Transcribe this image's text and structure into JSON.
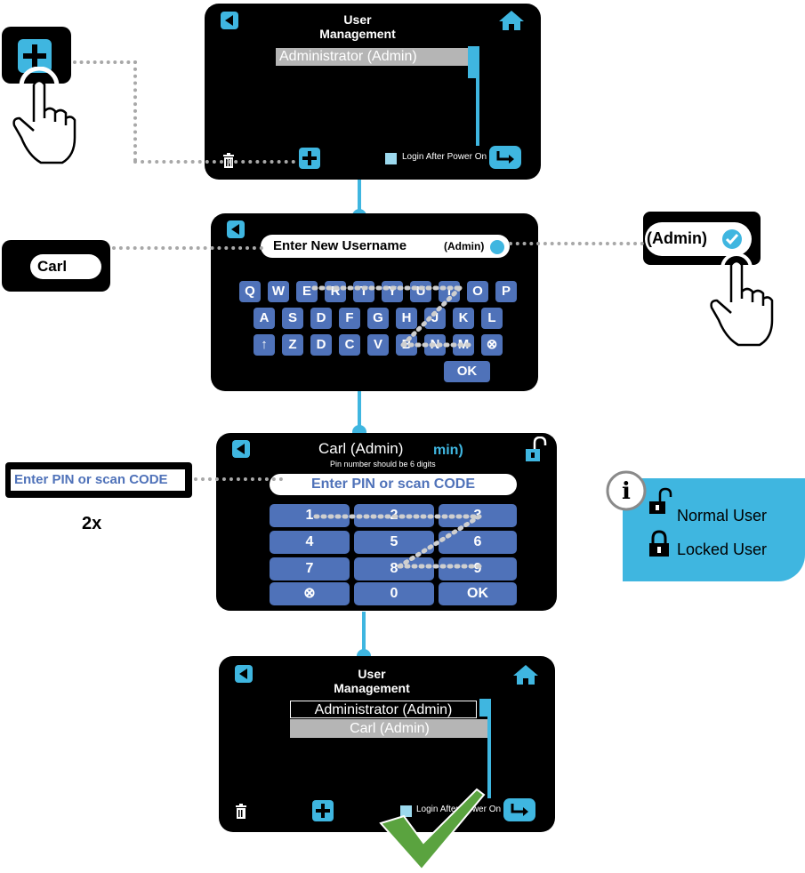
{
  "colors": {
    "accent": "#3fb6e0",
    "key": "#4f72b9",
    "check": "#5aa33f",
    "info_bg": "#3fb6e0"
  },
  "screen1": {
    "title": "User Management",
    "list": [
      "Administrator (Admin)"
    ],
    "checkbox_label": "Login After Power On",
    "icons": [
      "back-icon",
      "home-icon",
      "trash-icon",
      "add-icon",
      "enter-icon"
    ]
  },
  "screen2": {
    "field_label": "Enter New Username",
    "role": "(Admin)",
    "keyboard_rows": [
      [
        "Q",
        "W",
        "E",
        "R",
        "T",
        "Y",
        "U",
        "I",
        "O",
        "P"
      ],
      [
        "A",
        "S",
        "D",
        "F",
        "G",
        "H",
        "J",
        "K",
        "L"
      ],
      [
        "↑",
        "Z",
        "D",
        "C",
        "V",
        "B",
        "N",
        "M",
        "⊗"
      ]
    ],
    "ok_label": "OK"
  },
  "screen3": {
    "header_name": "Carl (Admin)",
    "header_overlap": "min)",
    "hint": "Pin number should be 6 digits",
    "field_label": "Enter PIN or scan CODE",
    "numpad": [
      "1",
      "2",
      "3",
      "4",
      "5",
      "6",
      "7",
      "8",
      "9",
      "⊗",
      "0",
      "OK"
    ]
  },
  "screen4": {
    "title": "User Management",
    "list": [
      "Administrator (Admin)",
      "Carl (Admin)"
    ],
    "checkbox_label": "Login After Power On"
  },
  "callouts": {
    "username_value": "Carl",
    "admin_toggle": "(Admin)",
    "pin_label": "Enter PIN or scan CODE",
    "repeat": "2x"
  },
  "info": {
    "normal_label": "Normal User",
    "locked_label": "Locked User"
  }
}
